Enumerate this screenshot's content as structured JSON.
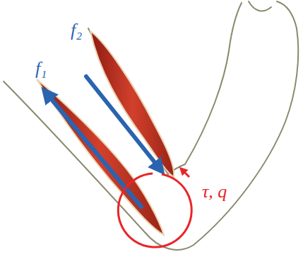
{
  "diagram": {
    "labels": [
      "f₁",
      "f₂",
      "τ, q"
    ]
  }
}
